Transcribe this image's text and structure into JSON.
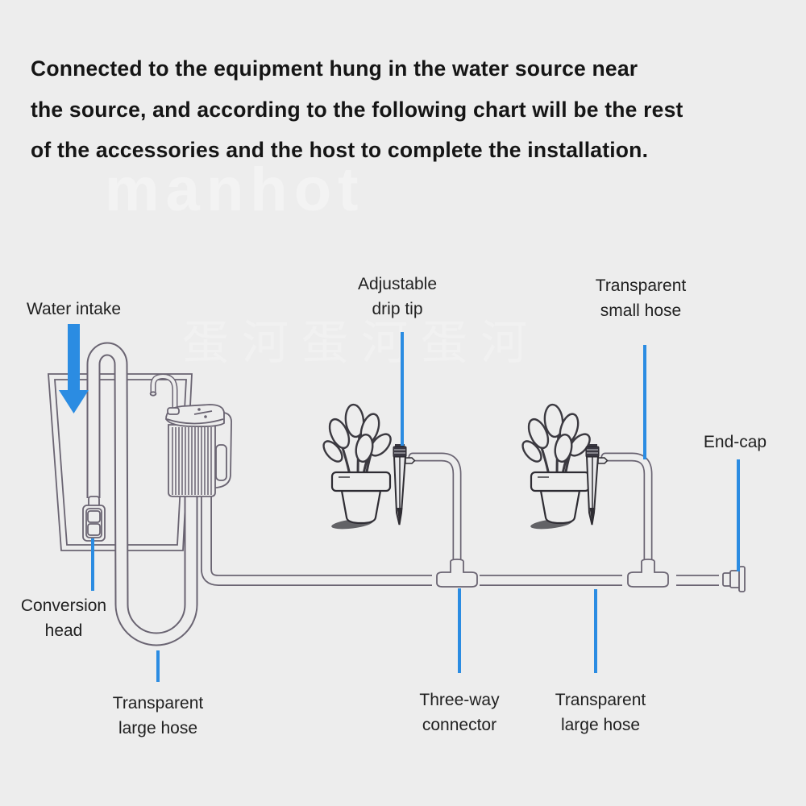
{
  "header": {
    "lines": [
      "Connected to the equipment hung in the water source near",
      "the source, and according to the following chart will be the rest",
      "of the accessories and the host to complete the installation."
    ]
  },
  "watermarks": {
    "brand": "manhot",
    "cjk": "蛋河蛋河蛋河"
  },
  "labels": {
    "water_intake": "Water intake",
    "adjustable_drip_tip": [
      "Adjustable",
      "drip tip"
    ],
    "transparent_small_hose": [
      "Transparent",
      "small hose"
    ],
    "end_cap": "End-cap",
    "conversion_head": [
      "Conversion",
      "head"
    ],
    "transparent_large_hose_left": [
      "Transparent",
      "large hose"
    ],
    "three_way_connector": [
      "Three-way",
      "connector"
    ],
    "transparent_large_hose_right": [
      "Transparent",
      "large hose"
    ]
  },
  "diagram": {
    "depicted_parts": [
      "water-tank",
      "pump",
      "conversion-head",
      "large-hose",
      "three-way-connector",
      "small-hose",
      "adjustable-drip-tip",
      "end-cap",
      "potted-plant",
      "water-intake-arrow"
    ],
    "colors": {
      "accent_blue": "#2b8ce2",
      "line_gray": "#6a6472",
      "background": "#ededed",
      "text_dark": "#151515"
    }
  }
}
